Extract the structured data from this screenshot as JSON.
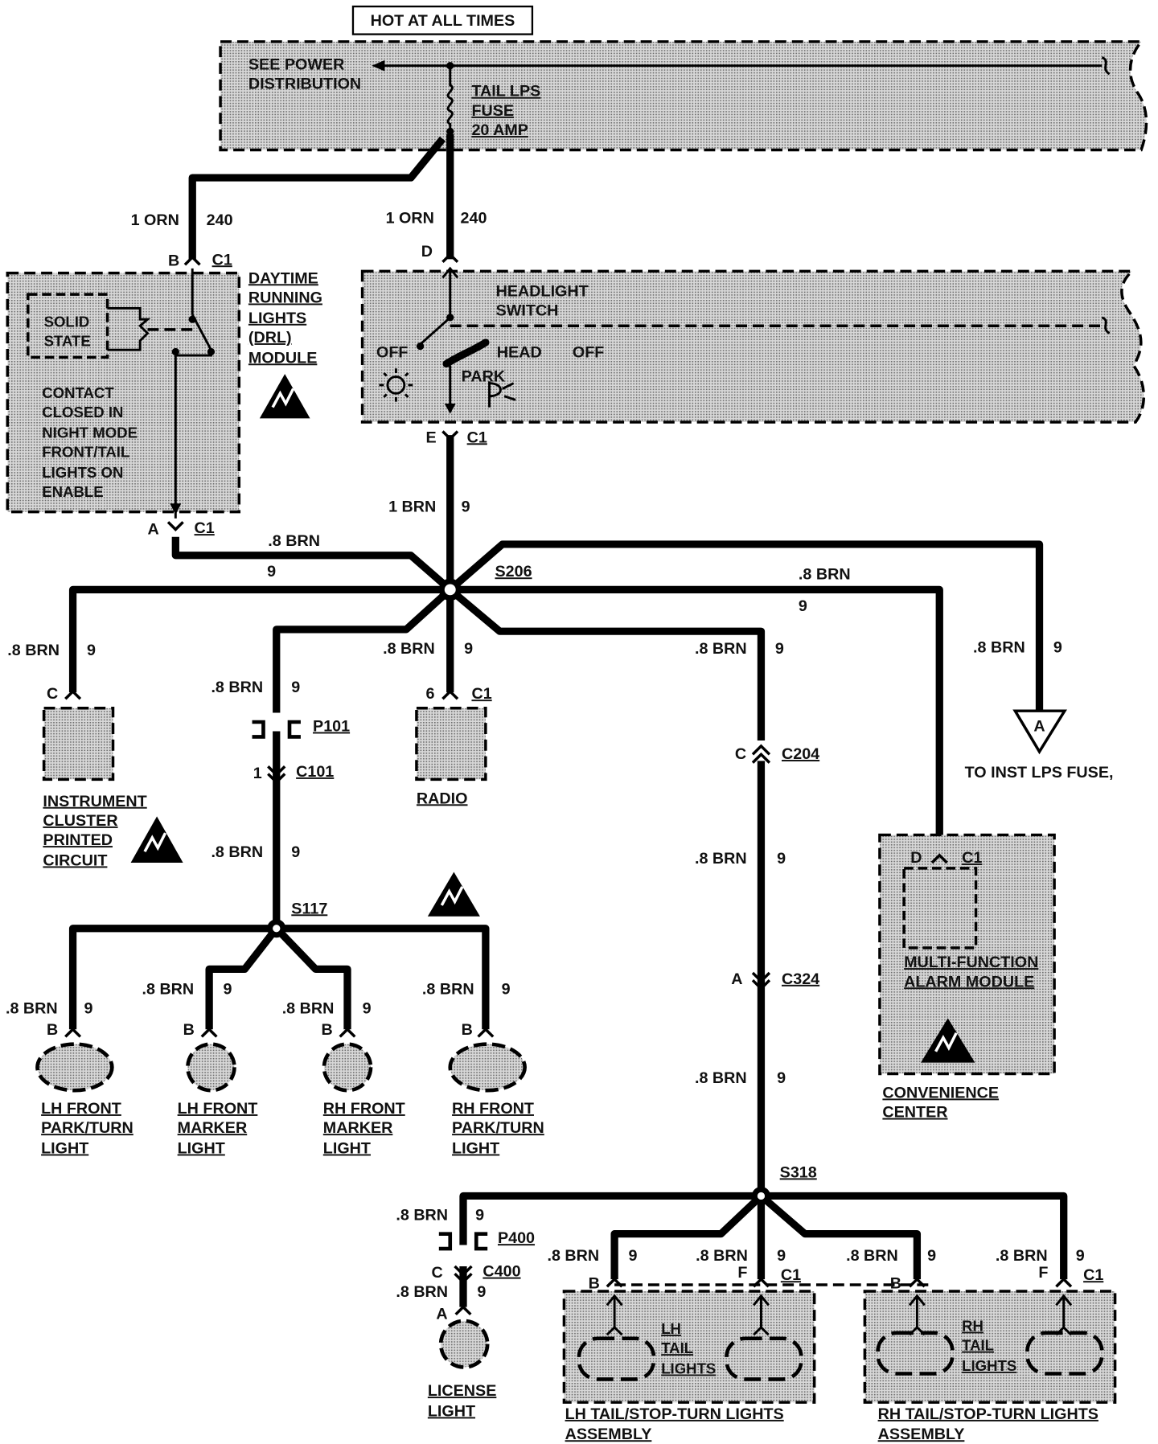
{
  "top_label": "HOT AT ALL TIMES",
  "power": {
    "see_power": [
      "SEE POWER",
      "DISTRIBUTION"
    ],
    "fuse": [
      "TAIL LPS",
      "FUSE",
      "20 AMP"
    ]
  },
  "wires": {
    "orn_size": "1 ORN",
    "orn_circuit": "240",
    "brn1_size": "1 BRN",
    "brn_size": ".8 BRN",
    "brn_circuit": "9"
  },
  "drl": {
    "title": [
      "DAYTIME",
      "RUNNING",
      "LIGHTS",
      "(DRL)",
      "MODULE"
    ],
    "solid_state": [
      "SOLID",
      "STATE"
    ],
    "contact": [
      "CONTACT",
      "CLOSED IN",
      "NIGHT MODE",
      "FRONT/TAIL",
      "LIGHTS ON",
      "ENABLE"
    ],
    "pin_b": "B",
    "pin_a": "A",
    "conn": "C1"
  },
  "headlight_switch": {
    "title": [
      "HEADLIGHT",
      "SWITCH"
    ],
    "off_left": "OFF",
    "head": "HEAD",
    "off_right": "OFF",
    "park": "PARK",
    "pin_d": "D",
    "pin_e": "E",
    "conn": "C1"
  },
  "splices": {
    "s206": "S206",
    "s117": "S117",
    "s318": "S318"
  },
  "instrument_cluster": {
    "pin": "C",
    "label": [
      "INSTRUMENT",
      "CLUSTER",
      "PRINTED",
      "CIRCUIT"
    ]
  },
  "radio": {
    "pin": "6",
    "conn": "C1",
    "label": "RADIO"
  },
  "connectors": {
    "p101": "P101",
    "c101": "C101",
    "c101_pin": "1",
    "c204": "C204",
    "c204_pin": "C",
    "c324": "C324",
    "c324_pin": "A",
    "p400": "P400",
    "c400": "C400",
    "c400_pin": "C"
  },
  "inst_fuse": {
    "letter": "A",
    "label": "TO INST LPS FUSE,"
  },
  "convenience": {
    "pin": "D",
    "conn": "C1",
    "module": [
      "MULTI-FUNCTION",
      "ALARM MODULE"
    ],
    "center": [
      "CONVENIENCE",
      "CENTER"
    ]
  },
  "front_lights": [
    {
      "pin": "B",
      "label": [
        "LH FRONT",
        "PARK/TURN",
        "LIGHT"
      ]
    },
    {
      "pin": "B",
      "label": [
        "LH FRONT",
        "MARKER",
        "LIGHT"
      ]
    },
    {
      "pin": "B",
      "label": [
        "RH FRONT",
        "MARKER",
        "LIGHT"
      ]
    },
    {
      "pin": "B",
      "label": [
        "RH FRONT",
        "PARK/TURN",
        "LIGHT"
      ]
    }
  ],
  "license": {
    "pin": "A",
    "label": [
      "LICENSE",
      "LIGHT"
    ]
  },
  "lh_tail": {
    "pin_b": "B",
    "pin_f": "F",
    "conn": "C1",
    "inner": [
      "LH",
      "TAIL",
      "LIGHTS"
    ],
    "assembly": [
      "LH TAIL/STOP-TURN LIGHTS",
      "ASSEMBLY"
    ]
  },
  "rh_tail": {
    "pin_b": "B",
    "pin_f": "F",
    "conn": "C1",
    "inner": [
      "RH",
      "TAIL",
      "LIGHTS"
    ],
    "assembly": [
      "RH TAIL/STOP-TURN LIGHTS",
      "ASSEMBLY"
    ]
  }
}
